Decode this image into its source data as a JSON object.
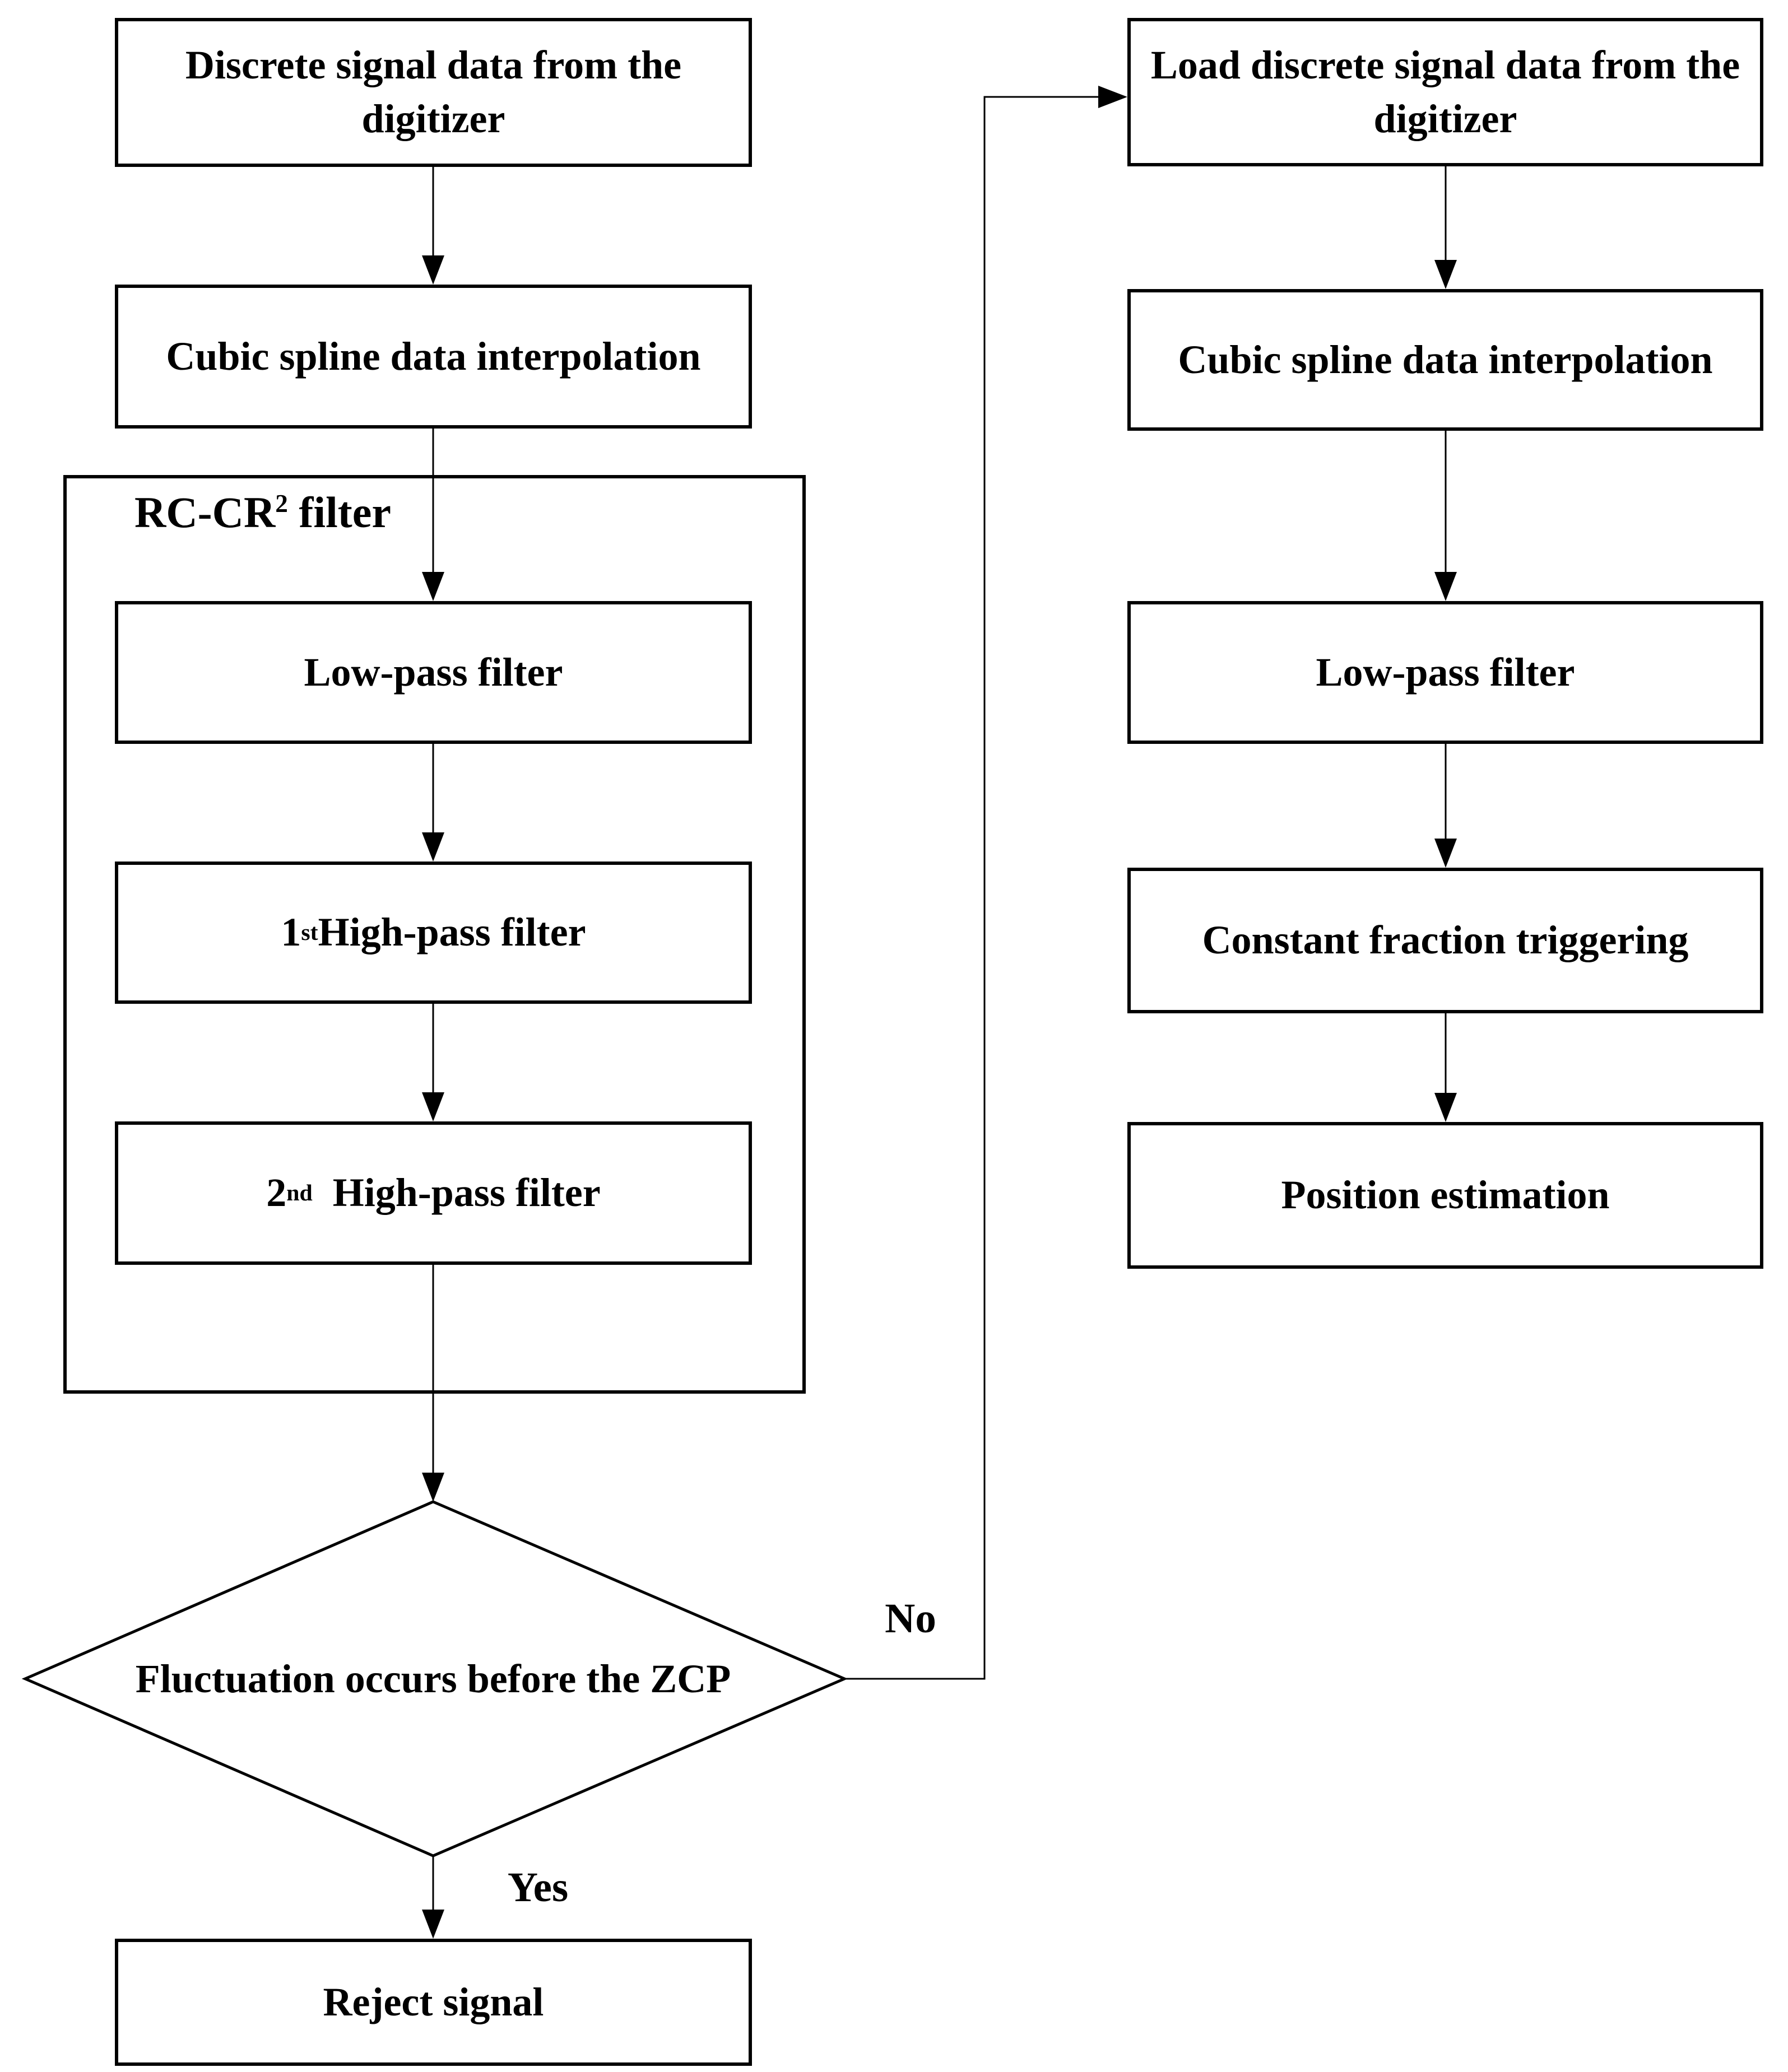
{
  "flowchart": {
    "left": {
      "digitizer_box": "Discrete signal data from the digitizer",
      "spline_box": "Cubic spline data interpolation",
      "filter_group": {
        "name_base": "RC-CR",
        "name_sup": "2",
        "name_rest": " filter"
      },
      "lowpass_box": "Low-pass filter",
      "hp1_box": {
        "num": "1",
        "sup": "st",
        "rest": " High-pass filter"
      },
      "hp2_box": {
        "num": "2",
        "sup": "nd",
        "rest": "  High-pass filter"
      },
      "decision": "Fluctuation occurs before the ZCP",
      "yes_label": "Yes",
      "no_label": "No",
      "reject_box": "Reject signal"
    },
    "right": {
      "load_box": "Load discrete signal data from the digitizer",
      "spline_box": "Cubic spline data interpolation",
      "lowpass_box": "Low-pass filter",
      "cft_box": "Constant fraction triggering",
      "position_box": "Position estimation"
    },
    "colors": {
      "line": "#000000",
      "box_background": "#ffffff",
      "page_background": "#ffffff",
      "text": "#000000"
    }
  }
}
